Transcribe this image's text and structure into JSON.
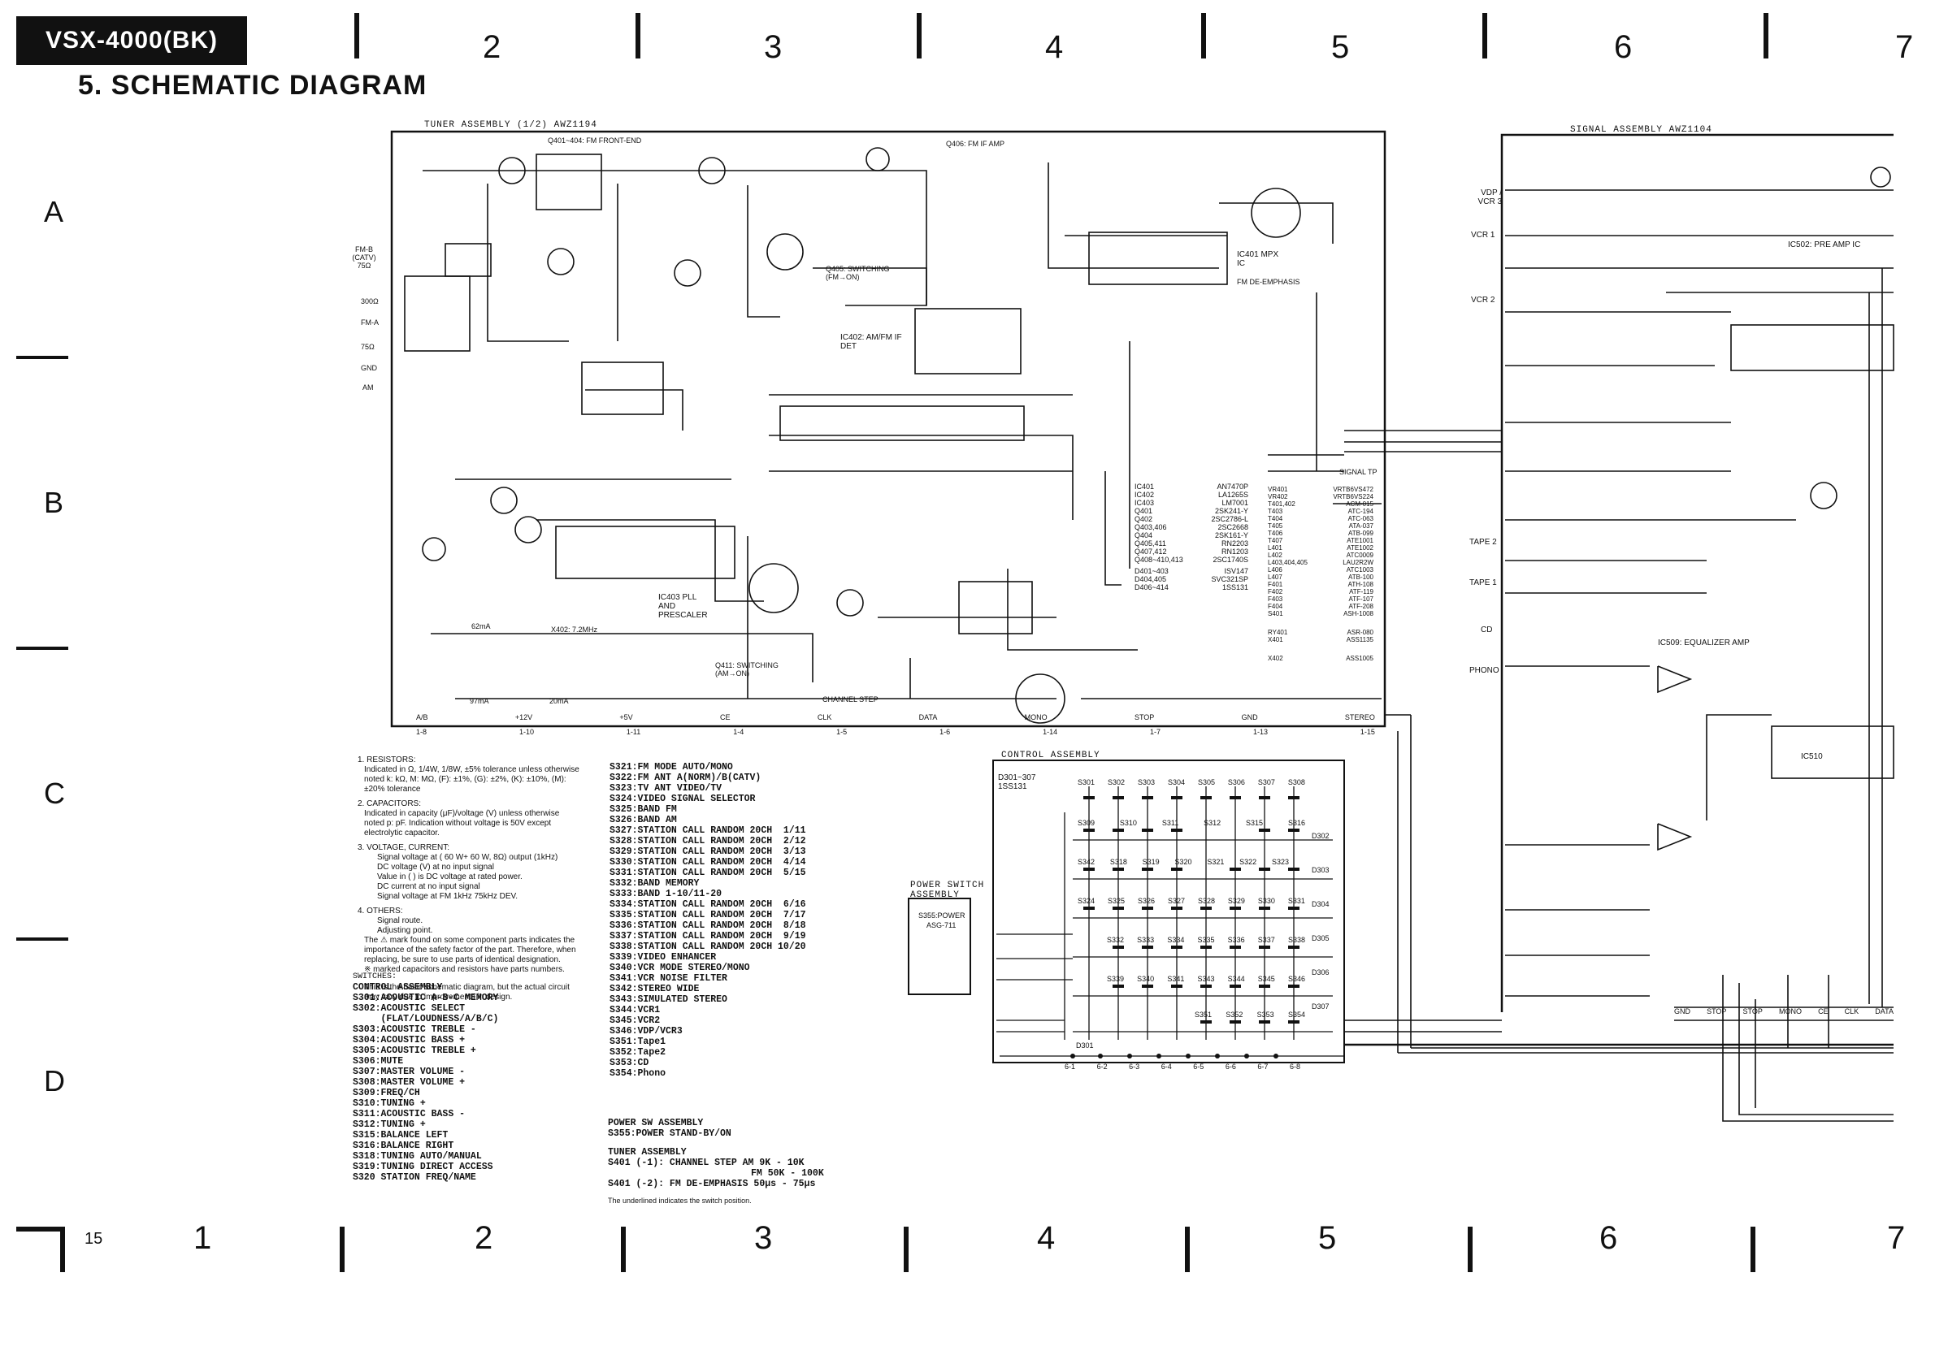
{
  "header": {
    "model": "VSX-4000(BK)",
    "title": "5. SCHEMATIC DIAGRAM"
  },
  "grid": {
    "columns_top": [
      "2",
      "3",
      "4",
      "5",
      "6",
      "7"
    ],
    "columns_bottom": [
      "1",
      "2",
      "3",
      "4",
      "5",
      "6",
      "7"
    ],
    "rows": [
      "A",
      "B",
      "C",
      "D"
    ],
    "page_number": "15"
  },
  "assemblies": {
    "tuner": "TUNER ASSEMBLY (1/2) AWZ1194",
    "signal": "SIGNAL ASSEMBLY AWZ1104",
    "control": "CONTROL ASSEMBLY",
    "power_switch": "POWER SWITCH ASSEMBLY"
  },
  "block_labels": {
    "frontend": "Q401~404: FM FRONT-END",
    "fm_if_amp": "Q406: FM IF AMP",
    "q405": "Q405: SWITCHING (FM→ON)",
    "ic401": "IC401 MPX IC",
    "fm_deemph": "FM DE-EMPHASIS",
    "ic402": "IC402: AM/FM IF DET",
    "ic403": "IC403 PLL AND PRESCALER",
    "q411": "Q411: SWITCHING (AM→ON)",
    "ic502": "IC502: PRE AMP IC",
    "ic509": "IC509: EQUALIZER AMP",
    "ic510": "IC510",
    "signal_tp": "SIGNAL TP",
    "channel_step": "CHANNEL STEP"
  },
  "antenna_terms": [
    "FM-B (CATV) 75Ω",
    "300Ω",
    "FM-A",
    "75Ω",
    "GND",
    "AM"
  ],
  "signal_inputs": [
    "VDP / VCR 3",
    "VCR 1",
    "VCR 2",
    "TAPE 2",
    "TAPE 1",
    "CD",
    "PHONO"
  ],
  "parts_list": [
    [
      "IC401",
      "AN7470P"
    ],
    [
      "IC402",
      "LA1265S"
    ],
    [
      "IC403",
      "LM7001"
    ],
    [
      "Q401",
      "2SK241-Y"
    ],
    [
      "Q402",
      "2SC2786-L"
    ],
    [
      "Q403,406",
      "2SC2668"
    ],
    [
      "Q404",
      "2SK161-Y"
    ],
    [
      "Q405,411",
      "RN2203"
    ],
    [
      "Q407,412",
      "RN1203"
    ],
    [
      "Q408~410,413",
      "2SC1740S"
    ],
    [
      "D401~403",
      "ISV147"
    ],
    [
      "D404,405",
      "SVC321SP"
    ],
    [
      "D406~414",
      "1SS131"
    ]
  ],
  "parts_list_2": [
    [
      "VR401",
      "VRTB6VS472"
    ],
    [
      "VR402",
      "VRTB6VS224"
    ],
    [
      "T401,402",
      "ACM-015"
    ],
    [
      "T403",
      "ATC-194"
    ],
    [
      "T404",
      "ATC-063"
    ],
    [
      "T405",
      "ATA-037"
    ],
    [
      "T406",
      "ATB-099"
    ],
    [
      "T407",
      "ATE1001"
    ],
    [
      "L401",
      "ATE1002"
    ],
    [
      "L402",
      "ATC0009"
    ],
    [
      "L403,404,405",
      "LAU2R2W"
    ],
    [
      "L406",
      "ATC1003"
    ],
    [
      "L407",
      "ATB-100"
    ],
    [
      "F401",
      "ATH-108"
    ],
    [
      "F402",
      "ATF-119"
    ],
    [
      "F403",
      "ATF-107"
    ],
    [
      "F404",
      "ATF-208"
    ],
    [
      "S401",
      "ASH-1008"
    ],
    [
      "RY401",
      "ASR-080"
    ],
    [
      "X401",
      "ASS1135"
    ],
    [
      "X402",
      "ASS1005"
    ]
  ],
  "notes": {
    "resistors_head": "1. RESISTORS:",
    "resistors": "Indicated in Ω, 1/4W, 1/8W, ±5% tolerance unless otherwise noted k: kΩ, M: MΩ, (F): ±1%, (G): ±2%, (K): ±10%, (M): ±20% tolerance",
    "capacitors_head": "2. CAPACITORS:",
    "capacitors": "Indicated in capacity (μF)/voltage (V) unless otherwise noted p: pF. Indication without voltage is 50V except electrolytic capacitor.",
    "voltage_head": "3. VOLTAGE, CURRENT:",
    "voltage_1": "Signal voltage at ( 60 W+ 60 W, 8Ω) output (1kHz)",
    "voltage_2": "DC voltage (V) at no input signal",
    "voltage_3": "Value in ( ) is DC voltage at rated power.",
    "voltage_4": "DC current at no input signal",
    "voltage_5": "Signal voltage at FM 1kHz 75kHz DEV.",
    "others_head": "4. OTHERS:",
    "others_1": "Signal route.",
    "others_2": "Adjusting point.",
    "others_3": "The ⚠ mark found on some component parts indicates the importance of the safety factor of the part. Therefore, when replacing, be sure to use parts of identical designation.",
    "others_4": "※ marked capacitors and resistors have parts numbers.",
    "basic": "This is the basic schematic diagram, but the actual circuit may vary due to improvements in design.",
    "underline": "The underlined indicates the switch position."
  },
  "switches_a": {
    "head": "SWITCHES:",
    "sub": "CONTROL ASSEMBLY",
    "items": [
      "S301:ACOUSTIC A-B-C MEMORY",
      "S302:ACOUSTIC SELECT",
      "     (FLAT/LOUDNESS/A/B/C)",
      "S303:ACOUSTIC TREBLE -",
      "S304:ACOUSTIC BASS +",
      "S305:ACOUSTIC TREBLE +",
      "S306:MUTE",
      "S307:MASTER VOLUME -",
      "S308:MASTER VOLUME +",
      "S309:FREQ/CH",
      "S310:TUNING +",
      "S311:ACOUSTIC BASS -",
      "S312:TUNING +",
      "S315:BALANCE LEFT",
      "S316:BALANCE RIGHT",
      "S318:TUNING AUTO/MANUAL",
      "S319:TUNING DIRECT ACCESS",
      "S320 STATION FREQ/NAME"
    ]
  },
  "switches_b": [
    "S321:FM MODE AUTO/MONO",
    "S322:FM ANT A(NORM)/B(CATV)",
    "S323:TV ANT VIDEO/TV",
    "S324:VIDEO SIGNAL SELECTOR",
    "S325:BAND FM",
    "S326:BAND AM",
    "S327:STATION CALL RANDOM 20CH  1/11",
    "S328:STATION CALL RANDOM 20CH  2/12",
    "S329:STATION CALL RANDOM 20CH  3/13",
    "S330:STATION CALL RANDOM 20CH  4/14",
    "S331:STATION CALL RANDOM 20CH  5/15",
    "S332:BAND MEMORY",
    "S333:BAND 1-10/11-20",
    "S334:STATION CALL RANDOM 20CH  6/16",
    "S335:STATION CALL RANDOM 20CH  7/17",
    "S336:STATION CALL RANDOM 20CH  8/18",
    "S337:STATION CALL RANDOM 20CH  9/19",
    "S338:STATION CALL RANDOM 20CH 10/20",
    "S339:VIDEO ENHANCER",
    "S340:VCR MODE STEREO/MONO",
    "S341:VCR NOISE FILTER",
    "S342:STEREO WIDE",
    "S343:SIMULATED STEREO",
    "S344:VCR1",
    "S345:VCR2",
    "S346:VDP/VCR3",
    "S351:Tape1",
    "S352:Tape2",
    "S353:CD",
    "S354:Phono"
  ],
  "power_sw": {
    "head": "POWER SW ASSEMBLY",
    "item": "S355:POWER STAND-BY/ON",
    "sw_label": "S355:POWER",
    "sw_part": "ASG-711"
  },
  "tuner_sw": {
    "head": "TUNER ASSEMBLY",
    "l1": "S401 (-1): CHANNEL STEP AM 9K - 10K",
    "l2": "FM 50K - 100K",
    "l3": "S401 (-2): FM DE-EMPHASIS 50μs - 75μs"
  },
  "control_assy": {
    "diodes": "D301~307 1SS131",
    "row1": [
      "S301",
      "S302",
      "S303",
      "S304",
      "S305",
      "S306",
      "S307",
      "S308"
    ],
    "row2": [
      "S309",
      "S310",
      "S311",
      "S312",
      "S315",
      "S316"
    ],
    "row3": [
      "S342",
      "S318",
      "S319",
      "S320",
      "S321",
      "S322",
      "S323"
    ],
    "row4": [
      "S324",
      "S325",
      "S326",
      "S327",
      "S328",
      "S329",
      "S330",
      "S331"
    ],
    "row5": [
      "S332",
      "S333",
      "S334",
      "S335",
      "S336",
      "S337",
      "S338"
    ],
    "row6": [
      "S339",
      "S340",
      "S341",
      "S343",
      "S344",
      "S345",
      "S346"
    ],
    "row7": [
      "S351",
      "S352",
      "S353",
      "S354"
    ],
    "diode_labels": [
      "D302",
      "D303",
      "D304",
      "D305",
      "D306",
      "D307",
      "D301"
    ],
    "bottom_pins": [
      "6-1",
      "6-2",
      "6-3",
      "6-4",
      "6-5",
      "6-6",
      "6-7",
      "6-8"
    ]
  },
  "tuner_bottom_pins": [
    "A/B",
    "+12V",
    "+5V",
    "CE",
    "CLK",
    "DATA",
    "MONO",
    "STOP",
    "GND",
    "STEREO"
  ],
  "tuner_bottom_ids": [
    "1-8",
    "1-10",
    "1-11",
    "1-4",
    "1-5",
    "1-6",
    "1-14",
    "1-7",
    "1-13",
    "1-15"
  ],
  "currents": [
    "97mA",
    "20mA",
    "62mA"
  ],
  "crystal": "X402: 7.2MHz",
  "signal_bottom": [
    "GND",
    "STOP",
    "STOP",
    "MONO",
    "CE",
    "CLK",
    "DATA"
  ]
}
